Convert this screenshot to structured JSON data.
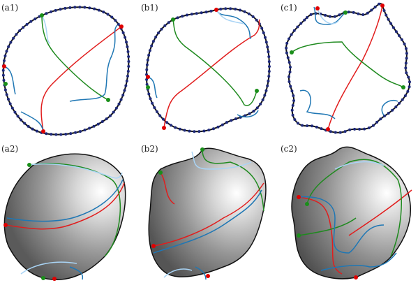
{
  "figure": {
    "panels": [
      {
        "label": "(a1)",
        "kind": "outline"
      },
      {
        "label": "(b1)",
        "kind": "outline"
      },
      {
        "label": "(c1)",
        "kind": "outline"
      },
      {
        "label": "(a2)",
        "kind": "surface"
      },
      {
        "label": "(b2)",
        "kind": "surface"
      },
      {
        "label": "(c2)",
        "kind": "surface"
      }
    ],
    "colors": {
      "outline": "#111111",
      "dots": "#1f2a7a",
      "red": "#e11d1d",
      "green": "#1f8a1f",
      "blue": "#1f77b4",
      "lightblue": "#a9d4f5",
      "marker_red": "#e00000",
      "marker_green": "#1a8f1a"
    }
  }
}
